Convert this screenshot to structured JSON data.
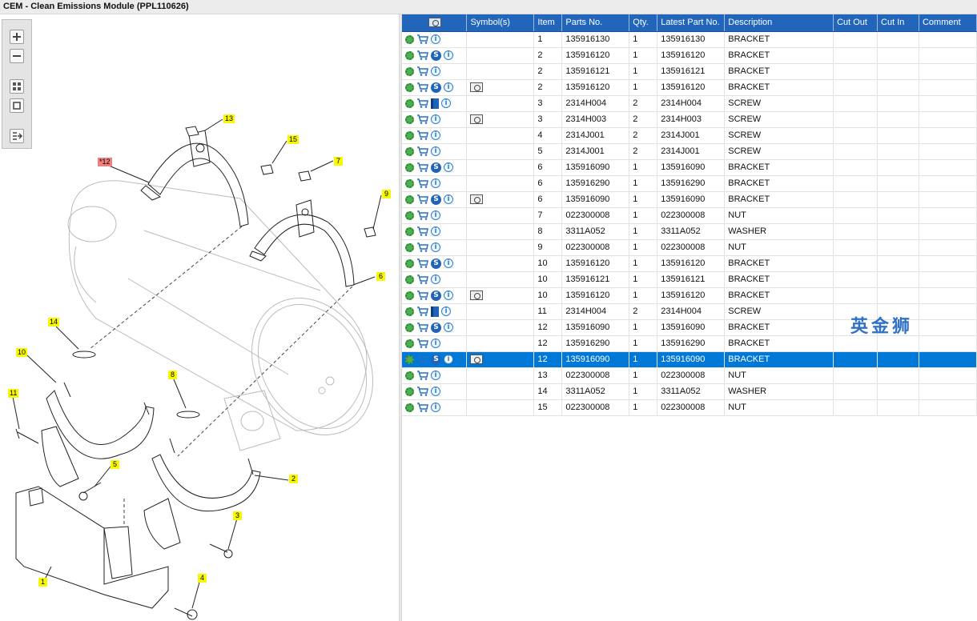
{
  "title": "CEM - Clean Emissions Module (PPL110626)",
  "toolbar": {
    "buttons": [
      "zoom-in",
      "zoom-out",
      "fit-all",
      "fit-page",
      "export"
    ]
  },
  "callouts": [
    {
      "label": "13",
      "flag": false
    },
    {
      "label": "12",
      "flag": true
    },
    {
      "label": "15",
      "flag": false
    },
    {
      "label": "7",
      "flag": false
    },
    {
      "label": "9",
      "flag": false
    },
    {
      "label": "6",
      "flag": false
    },
    {
      "label": "14",
      "flag": false
    },
    {
      "label": "10",
      "flag": false
    },
    {
      "label": "8",
      "flag": false
    },
    {
      "label": "11",
      "flag": false
    },
    {
      "label": "5",
      "flag": false
    },
    {
      "label": "2",
      "flag": false
    },
    {
      "label": "3",
      "flag": false
    },
    {
      "label": "1",
      "flag": false
    },
    {
      "label": "4",
      "flag": false
    }
  ],
  "table": {
    "columns": [
      "",
      "Symbol(s)",
      "Item",
      "Parts No.",
      "Qty.",
      "Latest Part No.",
      "Description",
      "Cut Out",
      "Cut In",
      "Comment"
    ],
    "selected_index": 20,
    "colors": {
      "header": "#2266bb",
      "selected": "#0078d7"
    },
    "rows": [
      {
        "icons": [
          "gear",
          "cart",
          "info"
        ],
        "symbols": [],
        "item": "1",
        "part": "135916130",
        "qty": "1",
        "latest": "135916130",
        "desc": "BRACKET"
      },
      {
        "icons": [
          "gear",
          "cart",
          "s",
          "info"
        ],
        "symbols": [],
        "item": "2",
        "part": "135916120",
        "qty": "1",
        "latest": "135916120",
        "desc": "BRACKET"
      },
      {
        "icons": [
          "gear",
          "cart",
          "info"
        ],
        "symbols": [],
        "item": "2",
        "part": "135916121",
        "qty": "1",
        "latest": "135916121",
        "desc": "BRACKET"
      },
      {
        "icons": [
          "gear",
          "cart",
          "s",
          "info"
        ],
        "symbols": [
          "magnifier"
        ],
        "item": "2",
        "part": "135916120",
        "qty": "1",
        "latest": "135916120",
        "desc": "BRACKET"
      },
      {
        "icons": [
          "gear",
          "cart",
          "book",
          "info"
        ],
        "symbols": [],
        "item": "3",
        "part": "2314H004",
        "qty": "2",
        "latest": "2314H004",
        "desc": "SCREW"
      },
      {
        "icons": [
          "gear",
          "cart",
          "info"
        ],
        "symbols": [
          "magnifier"
        ],
        "item": "3",
        "part": "2314H003",
        "qty": "2",
        "latest": "2314H003",
        "desc": "SCREW"
      },
      {
        "icons": [
          "gear",
          "cart",
          "info"
        ],
        "symbols": [],
        "item": "4",
        "part": "2314J001",
        "qty": "2",
        "latest": "2314J001",
        "desc": "SCREW"
      },
      {
        "icons": [
          "gear",
          "cart",
          "info"
        ],
        "symbols": [],
        "item": "5",
        "part": "2314J001",
        "qty": "2",
        "latest": "2314J001",
        "desc": "SCREW"
      },
      {
        "icons": [
          "gear",
          "cart",
          "s",
          "info"
        ],
        "symbols": [],
        "item": "6",
        "part": "135916090",
        "qty": "1",
        "latest": "135916090",
        "desc": "BRACKET"
      },
      {
        "icons": [
          "gear",
          "cart",
          "info"
        ],
        "symbols": [],
        "item": "6",
        "part": "135916290",
        "qty": "1",
        "latest": "135916290",
        "desc": "BRACKET"
      },
      {
        "icons": [
          "gear",
          "cart",
          "s",
          "info"
        ],
        "symbols": [
          "magnifier"
        ],
        "item": "6",
        "part": "135916090",
        "qty": "1",
        "latest": "135916090",
        "desc": "BRACKET"
      },
      {
        "icons": [
          "gear",
          "cart",
          "info"
        ],
        "symbols": [],
        "item": "7",
        "part": "022300008",
        "qty": "1",
        "latest": "022300008",
        "desc": "NUT"
      },
      {
        "icons": [
          "gear",
          "cart",
          "info"
        ],
        "symbols": [],
        "item": "8",
        "part": "3311A052",
        "qty": "1",
        "latest": "3311A052",
        "desc": "WASHER"
      },
      {
        "icons": [
          "gear",
          "cart",
          "info"
        ],
        "symbols": [],
        "item": "9",
        "part": "022300008",
        "qty": "1",
        "latest": "022300008",
        "desc": "NUT"
      },
      {
        "icons": [
          "gear",
          "cart",
          "s",
          "info"
        ],
        "symbols": [],
        "item": "10",
        "part": "135916120",
        "qty": "1",
        "latest": "135916120",
        "desc": "BRACKET"
      },
      {
        "icons": [
          "gear",
          "cart",
          "info"
        ],
        "symbols": [],
        "item": "10",
        "part": "135916121",
        "qty": "1",
        "latest": "135916121",
        "desc": "BRACKET"
      },
      {
        "icons": [
          "gear",
          "cart",
          "s",
          "info"
        ],
        "symbols": [
          "magnifier"
        ],
        "item": "10",
        "part": "135916120",
        "qty": "1",
        "latest": "135916120",
        "desc": "BRACKET"
      },
      {
        "icons": [
          "gear",
          "cart",
          "book",
          "info"
        ],
        "symbols": [],
        "item": "11",
        "part": "2314H004",
        "qty": "2",
        "latest": "2314H004",
        "desc": "SCREW"
      },
      {
        "icons": [
          "gear",
          "cart",
          "s",
          "info"
        ],
        "symbols": [],
        "item": "12",
        "part": "135916090",
        "qty": "1",
        "latest": "135916090",
        "desc": "BRACKET"
      },
      {
        "icons": [
          "gear",
          "cart",
          "info"
        ],
        "symbols": [],
        "item": "12",
        "part": "135916290",
        "qty": "1",
        "latest": "135916290",
        "desc": "BRACKET"
      },
      {
        "icons": [
          "gear",
          "cart",
          "s",
          "info"
        ],
        "symbols": [
          "magnifier"
        ],
        "item": "12",
        "part": "135916090",
        "qty": "1",
        "latest": "135916090",
        "desc": "BRACKET"
      },
      {
        "icons": [
          "gear",
          "cart",
          "info"
        ],
        "symbols": [],
        "item": "13",
        "part": "022300008",
        "qty": "1",
        "latest": "022300008",
        "desc": "NUT"
      },
      {
        "icons": [
          "gear",
          "cart",
          "info"
        ],
        "symbols": [],
        "item": "14",
        "part": "3311A052",
        "qty": "1",
        "latest": "3311A052",
        "desc": "WASHER"
      },
      {
        "icons": [
          "gear",
          "cart",
          "info"
        ],
        "symbols": [],
        "item": "15",
        "part": "022300008",
        "qty": "1",
        "latest": "022300008",
        "desc": "NUT"
      }
    ]
  },
  "watermark": "英金狮"
}
